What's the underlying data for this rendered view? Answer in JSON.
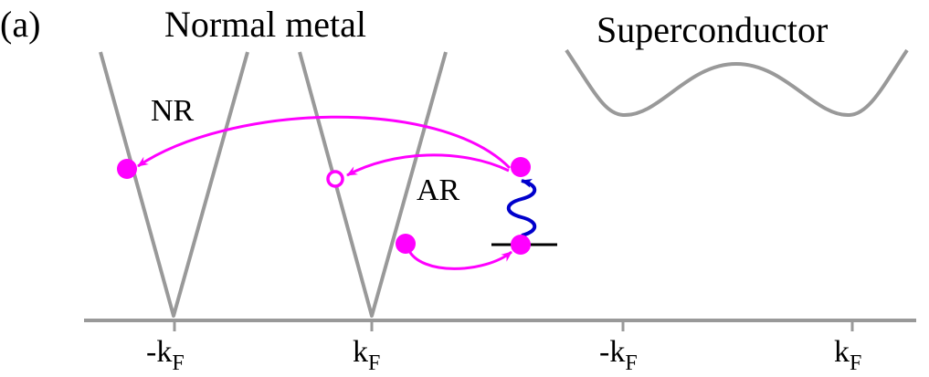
{
  "panel_label": "(a)",
  "normal_metal": {
    "title": "Normal metal",
    "kf_neg": "-k",
    "kf_pos": "k",
    "kf_sub": "F"
  },
  "superconductor": {
    "title": "Superconductor",
    "kf_neg": "-k",
    "kf_pos": "k",
    "kf_sub": "F"
  },
  "process_labels": {
    "normal_reflection": "NR",
    "andreev_reflection": "AR"
  },
  "colors": {
    "band": "#999999",
    "axis": "#999999",
    "particle": "#ff00ff",
    "photon": "#0000cc",
    "level": "#000000"
  }
}
